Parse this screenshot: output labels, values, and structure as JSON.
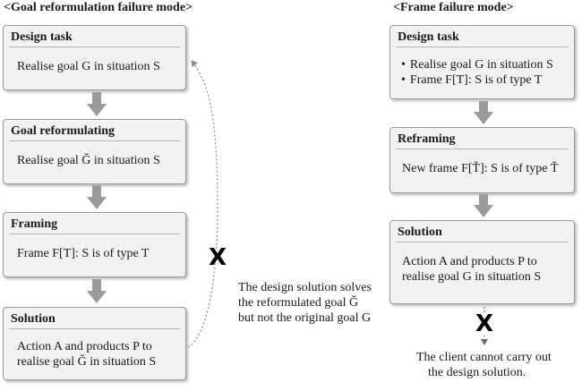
{
  "left": {
    "heading": "<Goal reformulation failure mode>",
    "boxes": [
      {
        "title": "Design task",
        "lines": [
          "Realise goal G in situation S"
        ]
      },
      {
        "title": "Goal reformulating",
        "lines": [
          "Realise goal Ğ in situation S"
        ]
      },
      {
        "title": "Framing",
        "lines": [
          "Frame F[T]: S is of type T"
        ]
      },
      {
        "title": "Solution",
        "lines": [
          "Action A and products P to",
          "realise goal Ğ in situation S"
        ]
      }
    ],
    "failure_mark": "X",
    "note": [
      "The design solution solves",
      "the reformulated goal Ğ",
      "but not the original goal G"
    ]
  },
  "right": {
    "heading": "<Frame failure mode>",
    "boxes": [
      {
        "title": "Design task",
        "bullets": [
          "Realise goal G in situation S",
          "Frame F[T]: S is of type T"
        ]
      },
      {
        "title": "Reframing",
        "lines": [
          "New frame F[Ť]: S is of type Ť"
        ]
      },
      {
        "title": "Solution",
        "lines": [
          "Action A and products P to",
          "realise goal G in situation S"
        ]
      }
    ],
    "failure_mark": "X",
    "note": [
      "The client cannot carry out",
      "the design solution."
    ]
  },
  "colors": {
    "box_fill": "#f2f2f2",
    "box_border": "#9a9a9a",
    "arrow": "#9b9b9b",
    "dotted_link": "#8a8a8a"
  }
}
